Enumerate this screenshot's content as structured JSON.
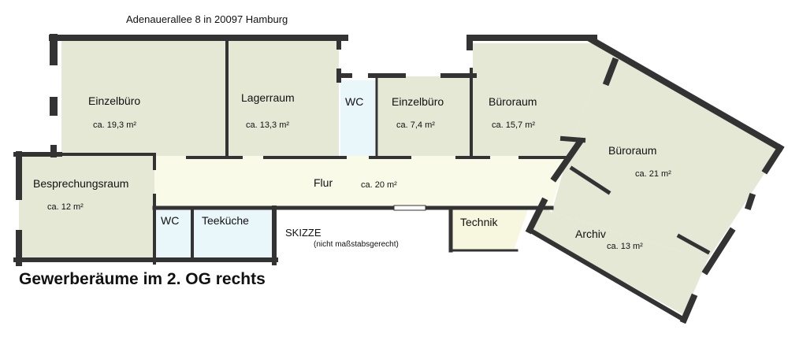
{
  "address": "Adenauerallee 8 in 20097 Hamburg",
  "caption": "Gewerberäume im 2. OG rechts",
  "sketch_label": "SKIZZE",
  "sketch_note": "(nicht maßstabsgerecht)",
  "colors": {
    "room_fill": "#e6e8d6",
    "corridor_fill": "#fafae8",
    "wc_fill": "#e9f6fa",
    "wall": "#333333"
  },
  "rooms": {
    "einzelbuero_1": {
      "name": "Einzelbüro",
      "area": "ca. 19,3 m²"
    },
    "lagerraum": {
      "name": "Lagerraum",
      "area": "ca. 13,3 m²"
    },
    "wc_top": {
      "name": "WC"
    },
    "einzelbuero_2": {
      "name": "Einzelbüro",
      "area": "ca. 7,4 m²"
    },
    "bueroraum_1": {
      "name": "Büroraum",
      "area": "ca. 15,7 m²"
    },
    "bueroraum_2": {
      "name": "Büroraum",
      "area": "ca. 21 m²"
    },
    "besprechungsraum": {
      "name": "Besprechungsraum",
      "area": "ca. 12 m²"
    },
    "flur": {
      "name": "Flur",
      "area": "ca. 20 m²"
    },
    "wc_bottom": {
      "name": "WC"
    },
    "teekueche": {
      "name": "Teeküche"
    },
    "technik": {
      "name": "Technik"
    },
    "archiv": {
      "name": "Archiv",
      "area": "ca. 13 m²"
    }
  }
}
